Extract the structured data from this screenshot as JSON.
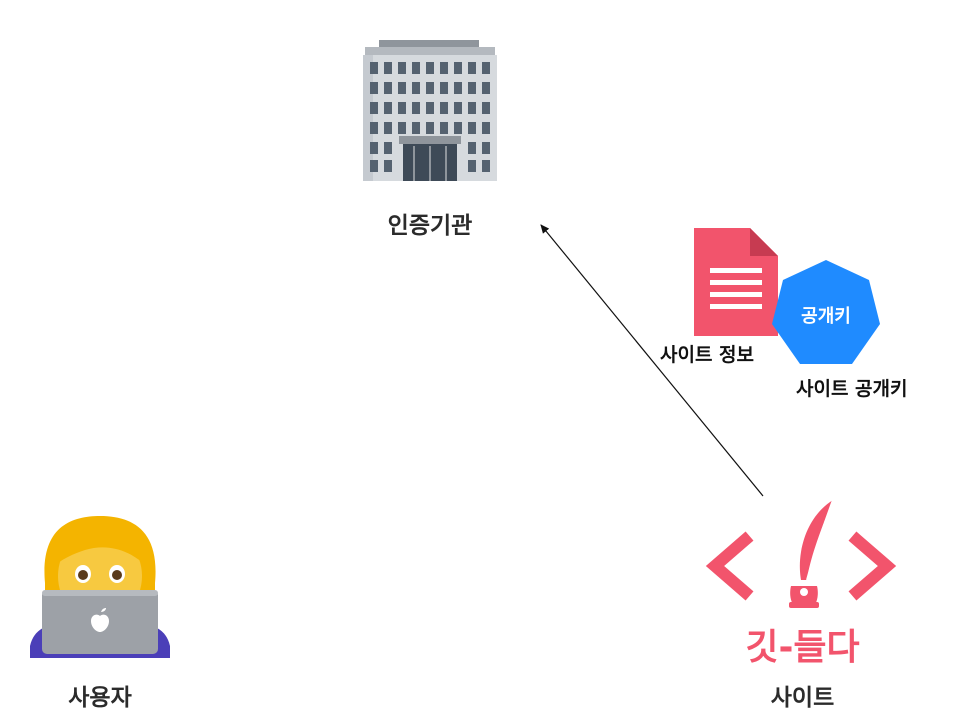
{
  "nodes": {
    "authority": {
      "label": "인증기관",
      "icon": "office-building-icon"
    },
    "user": {
      "label": "사용자",
      "icon": "woman-technologist-icon"
    },
    "site": {
      "label": "사이트",
      "logo_text": "깃-들다",
      "icon": "code-quill-logo-icon"
    }
  },
  "certificate_request": {
    "document_label": "사이트 정보",
    "document_icon": "document-icon",
    "key_badge_text": "공개키",
    "key_icon": "public-key-heptagon-icon",
    "key_label": "사이트 공개키"
  },
  "colors": {
    "brand_red": "#f2546c",
    "key_blue": "#1f8bff",
    "text_dark": "#2b2b2b",
    "arrow": "#111111"
  }
}
